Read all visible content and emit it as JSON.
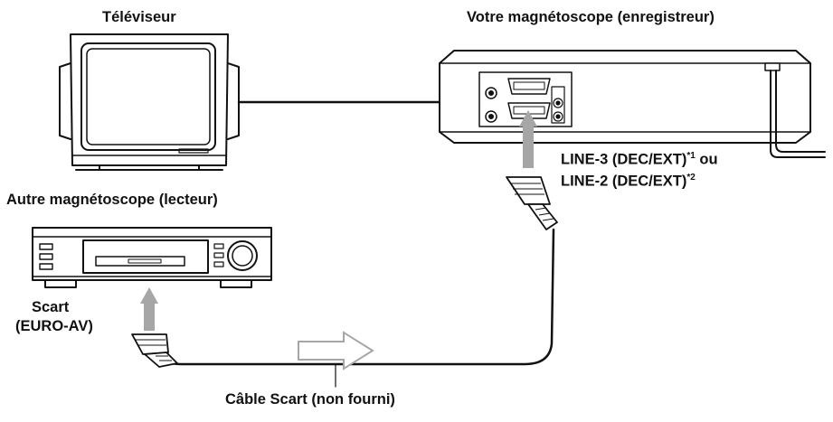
{
  "labels": {
    "tv": "Téléviseur",
    "recorder": "Votre magnétoscope (enregistreur)",
    "line3": "LINE-3 (DEC/EXT)",
    "line3_mark": "*1",
    "line3_suffix": " ou",
    "line2": "LINE-2 (DEC/EXT)",
    "line2_mark": "*2",
    "player": "Autre magnétoscope (lecteur)",
    "scart_line1": "Scart",
    "scart_line2": "(EURO-AV)",
    "cable": "Câble Scart (non fourni)"
  },
  "colors": {
    "line": "#111111",
    "arrow": "#a6a6a6",
    "fill": "#ffffff"
  }
}
